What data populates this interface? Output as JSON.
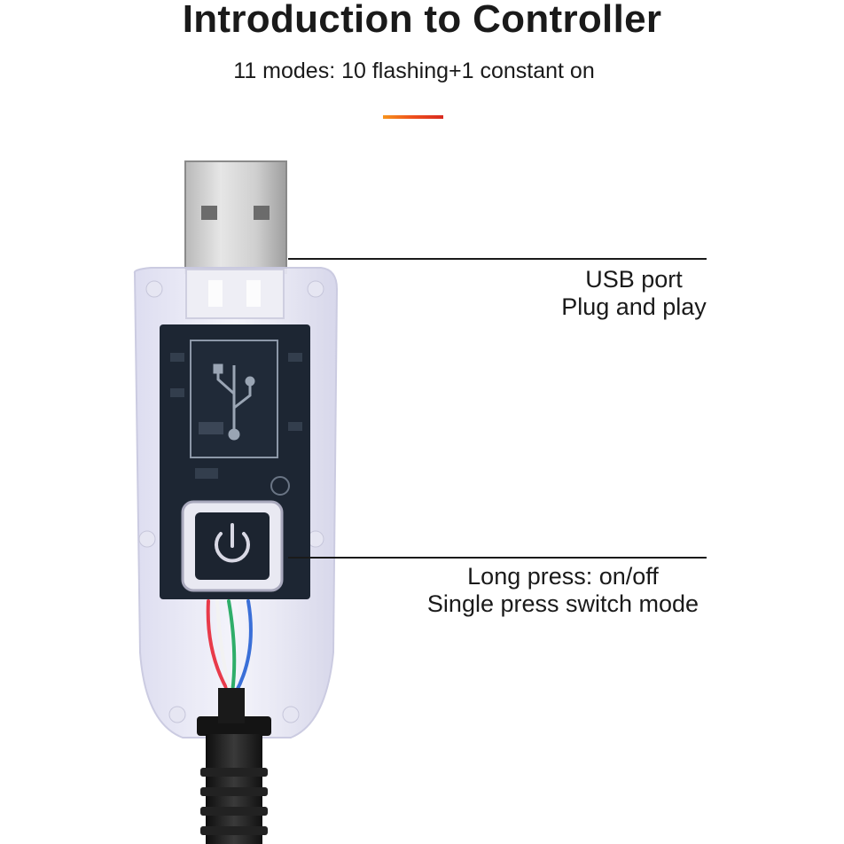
{
  "header": {
    "title": "Introduction to Controller",
    "subtitle": "11 modes: 10 flashing+1 constant on"
  },
  "colors": {
    "accent_start": "#f7941d",
    "accent_end": "#d82a20",
    "text": "#1a1a1a"
  },
  "callouts": [
    {
      "name": "usb-port",
      "lines": [
        "USB port",
        "Plug and play"
      ]
    },
    {
      "name": "power-button",
      "lines": [
        "Long press: on/off",
        "Single press switch mode"
      ]
    }
  ],
  "product": {
    "icons": [
      "usb-symbol-icon",
      "power-icon"
    ],
    "wire_colors": [
      "#e83a4a",
      "#2fae6a",
      "#3a6fd8",
      "#f2f2f2"
    ]
  }
}
